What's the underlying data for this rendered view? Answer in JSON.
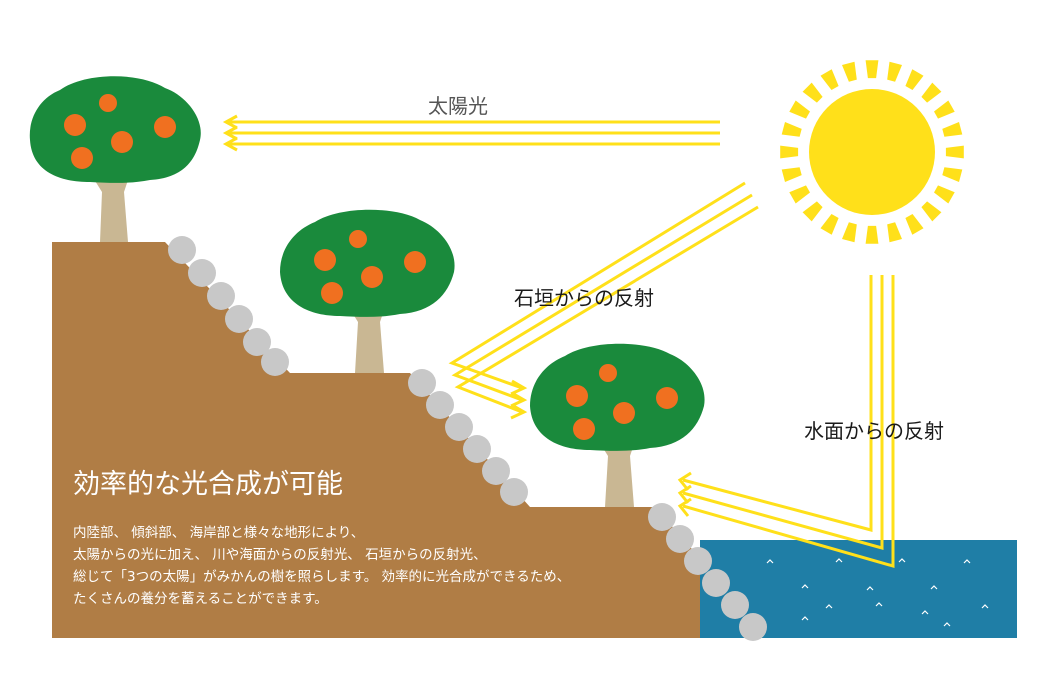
{
  "labels": {
    "sunlight": "太陽光",
    "stone_wall_reflection": "石垣からの反射",
    "water_reflection": "水面からの反射"
  },
  "headline": "効率的な光合成が可能",
  "description": [
    "内陸部、 傾斜部、 海岸部と様々な地形により、",
    "太陽からの光に加え、 川や海面からの反射光、 石垣からの反射光、",
    "総じて「3つの太陽」がみかんの樹を照らします。 効率的に光合成ができるため、",
    "たくさんの養分を蓄えることができます。"
  ],
  "colors": {
    "sun": "#ffe01a",
    "ray": "#ffe01a",
    "ground": "#b07d45",
    "foliage": "#1a8a3c",
    "trunk": "#c9b793",
    "fruit": "#f07020",
    "stone": "#c8c8c8",
    "water": "#1f7ea6"
  }
}
